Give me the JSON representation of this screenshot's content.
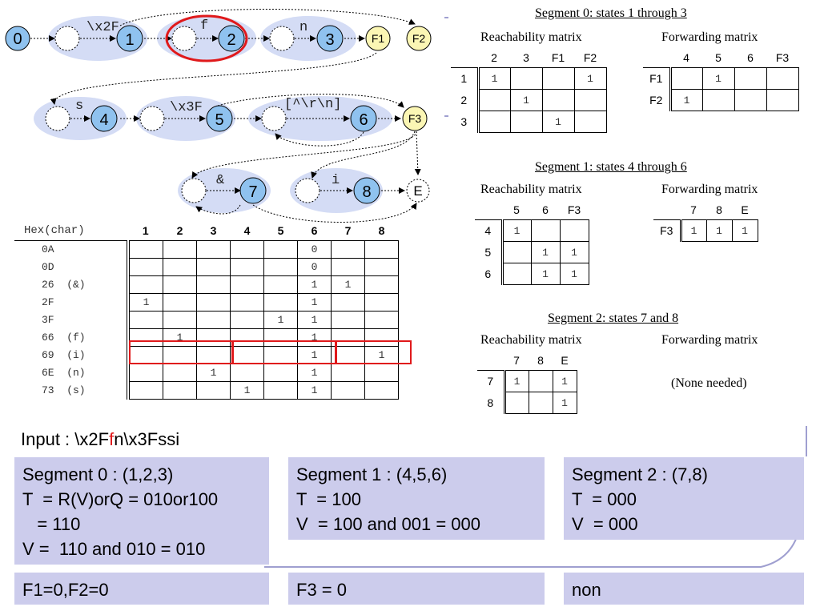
{
  "graph": {
    "nodes": [
      {
        "id": "n0",
        "label": "0",
        "shape": "blue"
      },
      {
        "id": "n1",
        "label": "1",
        "shape": "blue"
      },
      {
        "id": "n2",
        "label": "2",
        "shape": "blue"
      },
      {
        "id": "n3",
        "label": "3",
        "shape": "blue"
      },
      {
        "id": "nF1",
        "label": "F1",
        "shape": "yellow"
      },
      {
        "id": "nF2",
        "label": "F2",
        "shape": "yellow"
      },
      {
        "id": "n4",
        "label": "4",
        "shape": "blue"
      },
      {
        "id": "n5",
        "label": "5",
        "shape": "blue"
      },
      {
        "id": "n6",
        "label": "6",
        "shape": "blue"
      },
      {
        "id": "nF3",
        "label": "F3",
        "shape": "yellow"
      },
      {
        "id": "n7",
        "label": "7",
        "shape": "blue"
      },
      {
        "id": "n8",
        "label": "8",
        "shape": "blue"
      },
      {
        "id": "nE",
        "label": "E",
        "shape": "white"
      }
    ],
    "edge_labels": [
      "\\x2F",
      "f",
      "n",
      "s",
      "\\x3F",
      "[^\\r\\n]",
      "&",
      "i"
    ]
  },
  "hex_table": {
    "header_label": "Hex(char)",
    "columns": [
      "1",
      "2",
      "3",
      "4",
      "5",
      "6",
      "7",
      "8"
    ],
    "rows": [
      {
        "label": "0A",
        "cells": [
          "",
          "",
          "",
          "",
          "",
          "0",
          "",
          ""
        ]
      },
      {
        "label": "0D",
        "cells": [
          "",
          "",
          "",
          "",
          "",
          "0",
          "",
          ""
        ]
      },
      {
        "label": "26  (&)",
        "cells": [
          "",
          "",
          "",
          "",
          "",
          "1",
          "1",
          ""
        ]
      },
      {
        "label": "2F",
        "cells": [
          "1",
          "",
          "",
          "",
          "",
          "1",
          "",
          ""
        ]
      },
      {
        "label": "3F",
        "cells": [
          "",
          "",
          "",
          "",
          "1",
          "1",
          "",
          ""
        ]
      },
      {
        "label": "66  (f)",
        "cells": [
          "",
          "1",
          "",
          "",
          "",
          "1",
          "",
          ""
        ]
      },
      {
        "label": "69  (i)",
        "cells": [
          "",
          "",
          "",
          "",
          "",
          "1",
          "",
          "1"
        ]
      },
      {
        "label": "6E  (n)",
        "cells": [
          "",
          "",
          "1",
          "",
          "",
          "1",
          "",
          ""
        ]
      },
      {
        "label": "73  (s)",
        "cells": [
          "",
          "",
          "",
          "1",
          "",
          "1",
          "",
          ""
        ]
      }
    ]
  },
  "segments": [
    {
      "title": "Segment 0: states 1 through 3",
      "reach_title": "Reachability matrix",
      "reach_cols": [
        "2",
        "3",
        "F1",
        "F2"
      ],
      "reach_rows": [
        {
          "label": "1",
          "cells": [
            "1",
            "",
            "",
            "1"
          ]
        },
        {
          "label": "2",
          "cells": [
            "",
            "1",
            "",
            ""
          ]
        },
        {
          "label": "3",
          "cells": [
            "",
            "",
            "1",
            ""
          ]
        }
      ],
      "fwd_title": "Forwarding matrix",
      "fwd_cols": [
        "4",
        "5",
        "6",
        "F3"
      ],
      "fwd_rows": [
        {
          "label": "F1",
          "cells": [
            "",
            "1",
            "",
            ""
          ]
        },
        {
          "label": "F2",
          "cells": [
            "1",
            "",
            "",
            ""
          ]
        }
      ]
    },
    {
      "title": "Segment 1: states 4 through 6",
      "reach_title": "Reachability matrix",
      "reach_cols": [
        "5",
        "6",
        "F3"
      ],
      "reach_rows": [
        {
          "label": "4",
          "cells": [
            "1",
            "",
            ""
          ]
        },
        {
          "label": "5",
          "cells": [
            "",
            "1",
            "1"
          ]
        },
        {
          "label": "6",
          "cells": [
            "",
            "1",
            "1"
          ]
        }
      ],
      "fwd_title": "Forwarding matrix",
      "fwd_cols": [
        "7",
        "8",
        "E"
      ],
      "fwd_rows": [
        {
          "label": "F3",
          "cells": [
            "1",
            "1",
            "1"
          ]
        }
      ]
    },
    {
      "title": "Segment 2: states 7 and 8",
      "reach_title": "Reachability matrix",
      "reach_cols": [
        "7",
        "8",
        "E"
      ],
      "reach_rows": [
        {
          "label": "7",
          "cells": [
            "1",
            "",
            "1"
          ]
        },
        {
          "label": "8",
          "cells": [
            "",
            "",
            "1"
          ]
        }
      ],
      "fwd_title": "Forwarding matrix",
      "fwd_note": "(None needed)"
    }
  ],
  "input": {
    "prefix": "Input : \\x2F",
    "highlight": "f",
    "suffix": "n\\x3Fssi"
  },
  "calc_boxes": [
    {
      "lines": [
        "Segment 0 : (1,2,3)",
        "T  = R(V)orQ = 010or100",
        "   = 110",
        "V =  110 and 010 = 010"
      ]
    },
    {
      "lines": [
        "Segment 1 : (4,5,6)",
        "T  = 100",
        "V  = 100 and 001 = 000"
      ]
    },
    {
      "lines": [
        "Segment 2 : (7,8)",
        "T  = 000",
        "V  = 000"
      ]
    }
  ],
  "result_boxes": [
    "F1=0,F2=0",
    "F3 = 0",
    "non"
  ],
  "colors": {
    "node_blue": "#8fc2ef",
    "node_yellow": "#fbf6b4",
    "halo": "#d4dcf5",
    "highlight_red": "#e0191b",
    "box_fill": "#ccccec",
    "connector": "#9f9fd0"
  }
}
